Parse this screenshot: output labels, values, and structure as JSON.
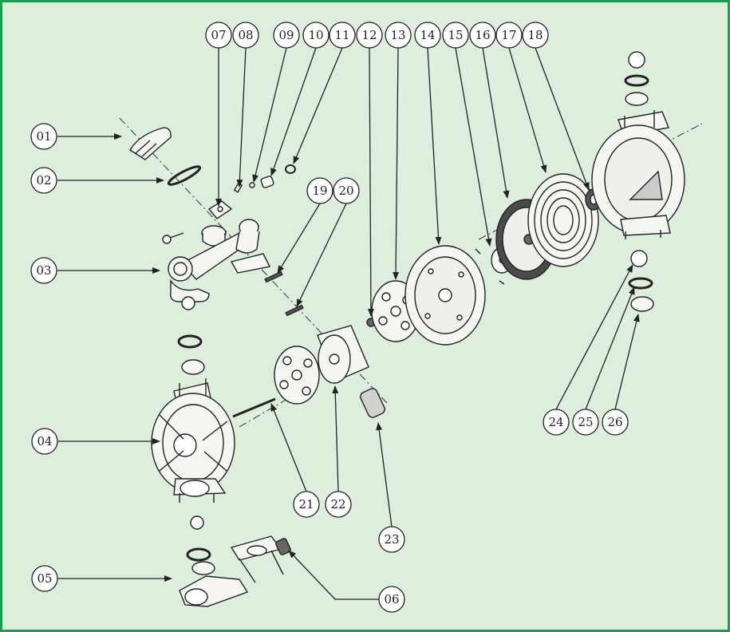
{
  "diagram": {
    "background_color": "#ddeedd",
    "border_color": "#1f9a52",
    "line_color": "#222222",
    "callouts": [
      {
        "id": "01",
        "name": "callout-01"
      },
      {
        "id": "02",
        "name": "callout-02"
      },
      {
        "id": "03",
        "name": "callout-03"
      },
      {
        "id": "04",
        "name": "callout-04"
      },
      {
        "id": "05",
        "name": "callout-05"
      },
      {
        "id": "06",
        "name": "callout-06"
      },
      {
        "id": "07",
        "name": "callout-07"
      },
      {
        "id": "08",
        "name": "callout-08"
      },
      {
        "id": "09",
        "name": "callout-09"
      },
      {
        "id": "10",
        "name": "callout-10"
      },
      {
        "id": "11",
        "name": "callout-11"
      },
      {
        "id": "12",
        "name": "callout-12"
      },
      {
        "id": "13",
        "name": "callout-13"
      },
      {
        "id": "14",
        "name": "callout-14"
      },
      {
        "id": "15",
        "name": "callout-15"
      },
      {
        "id": "16",
        "name": "callout-16"
      },
      {
        "id": "17",
        "name": "callout-17"
      },
      {
        "id": "18",
        "name": "callout-18"
      },
      {
        "id": "19",
        "name": "callout-19"
      },
      {
        "id": "20",
        "name": "callout-20"
      },
      {
        "id": "21",
        "name": "callout-21"
      },
      {
        "id": "22",
        "name": "callout-22"
      },
      {
        "id": "23",
        "name": "callout-23"
      },
      {
        "id": "24",
        "name": "callout-24"
      },
      {
        "id": "25",
        "name": "callout-25"
      },
      {
        "id": "26",
        "name": "callout-26"
      }
    ]
  }
}
